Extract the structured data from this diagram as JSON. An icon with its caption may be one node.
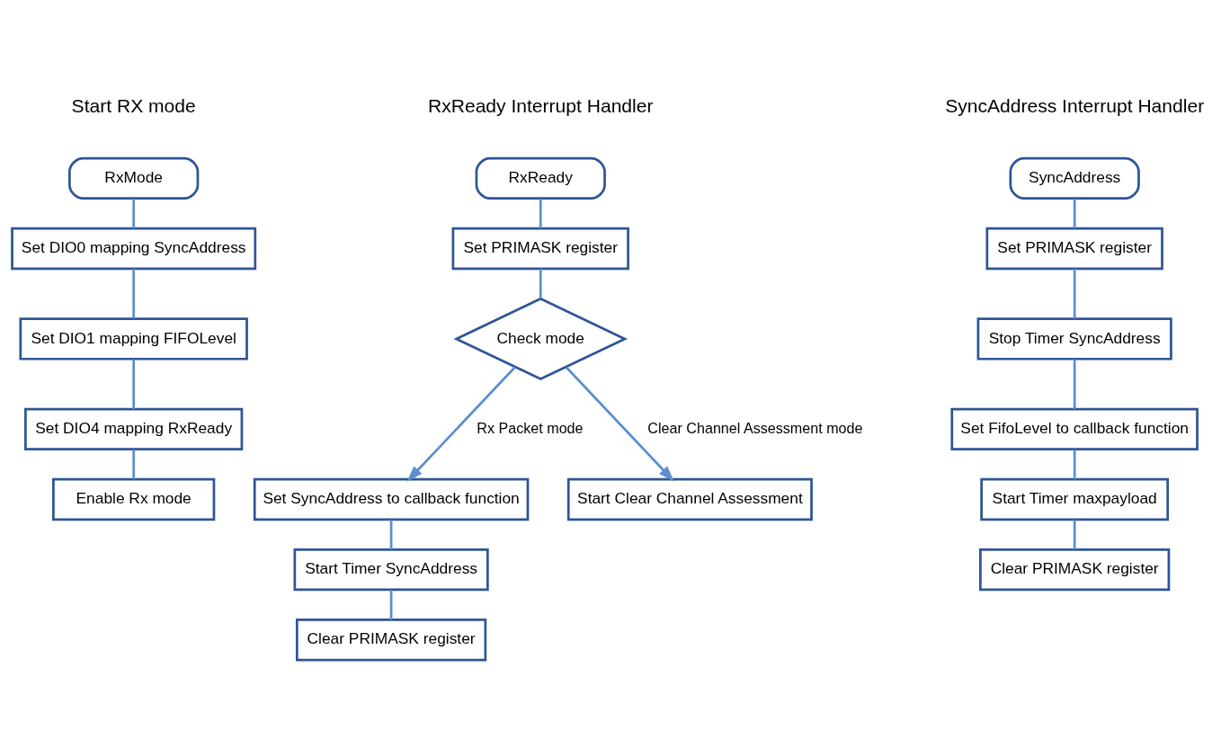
{
  "diagram": {
    "nodes": [
      {
        "text": [
          "RxMode"
        ]
      },
      {
        "text": [
          "Set DIO0 mapping SyncAddress"
        ]
      },
      {
        "text": [
          "Set DIO1 mapping FIFOLevel"
        ]
      },
      {
        "text": [
          "Set DIO4 mapping RxReady"
        ]
      },
      {
        "text": [
          "Enable Rx mode"
        ]
      },
      {
        "text": [
          "RxReady"
        ]
      },
      {
        "text": [
          "Set PRIMASK register"
        ]
      },
      {
        "text": [
          "Check mode"
        ]
      },
      {
        "text": [
          "Set SyncAddress to callback function"
        ]
      },
      {
        "text": [
          "Start Timer SyncAddress"
        ]
      },
      {
        "text": [
          "Clear PRIMASK register"
        ]
      },
      {
        "text": [
          "Start Clear Channel Assessment"
        ]
      },
      {
        "text": [
          "SyncAddress"
        ]
      },
      {
        "text": [
          "Set PRIMASK register"
        ]
      },
      {
        "text": [
          "Stop Timer SyncAddress"
        ]
      },
      {
        "text": [
          "Set FifoLevel to callback function"
        ]
      },
      {
        "text": [
          "Start Timer maxpayload"
        ]
      },
      {
        "text": [
          "Clear PRIMASK register"
        ]
      }
    ],
    "edges": [
      {
        "from": 0,
        "to": 1,
        "arrow": "none"
      },
      {
        "from": 1,
        "to": 2,
        "arrow": "none"
      },
      {
        "from": 2,
        "to": 3,
        "arrow": "none"
      },
      {
        "from": 3,
        "to": 4,
        "arrow": "none"
      },
      {
        "from": 5,
        "to": 6,
        "arrow": "none"
      },
      {
        "from": 6,
        "to": 7,
        "arrow": "none"
      },
      {
        "from": 7,
        "to": 8,
        "arrow": "to",
        "label": "Rx Packet mode"
      },
      {
        "from": 7,
        "to": 11,
        "arrow": "to",
        "label": "Clear Channel Assessment mode"
      },
      {
        "from": 8,
        "to": 9,
        "arrow": "none"
      },
      {
        "from": 9,
        "to": 10,
        "arrow": "none"
      },
      {
        "from": 12,
        "to": 13,
        "arrow": "none"
      },
      {
        "from": 13,
        "to": 14,
        "arrow": "none"
      },
      {
        "from": 14,
        "to": 15,
        "arrow": "none"
      },
      {
        "from": 15,
        "to": 16,
        "arrow": "none"
      },
      {
        "from": 16,
        "to": 17,
        "arrow": "none"
      }
    ],
    "labels": [
      "Start RX mode",
      "RxReady Interrupt Handler",
      "SyncAddress Interrupt Handler"
    ]
  }
}
